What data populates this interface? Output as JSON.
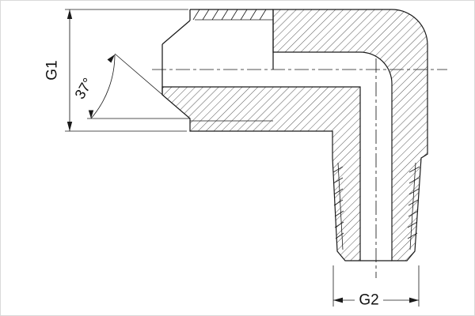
{
  "figure": {
    "type": "technical-drawing",
    "description": "Sectioned 90-degree elbow adapter fitting: 37-degree flare male end (horizontal) to tapered male thread end (vertical)",
    "labels": {
      "g1": "G1",
      "g2": "G2",
      "flare_angle": "37°"
    },
    "colors": {
      "line": "#1a1a1a",
      "background": "#ffffff",
      "border": "#d9d9d9"
    }
  }
}
